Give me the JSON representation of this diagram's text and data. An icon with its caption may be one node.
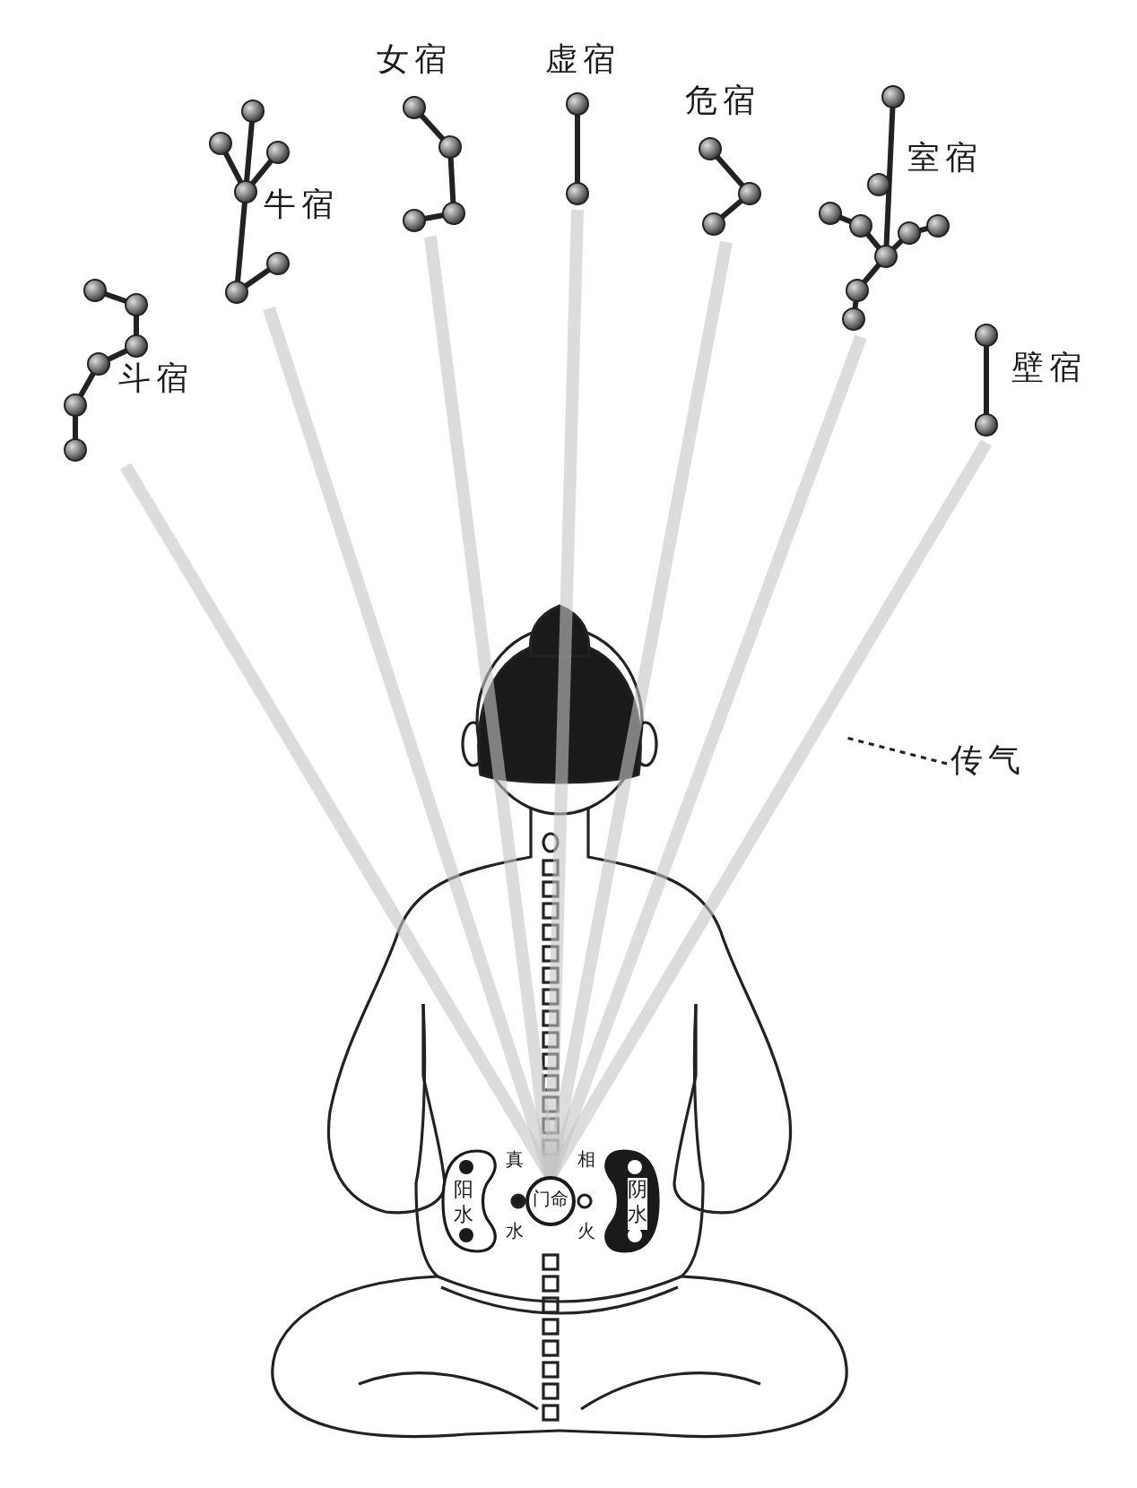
{
  "diagram": {
    "nodes": [
      {
        "text": [
          "斗宿"
        ]
      },
      {
        "text": [
          "牛宿"
        ]
      },
      {
        "text": [
          "女宿"
        ]
      },
      {
        "text": [
          "虚宿"
        ]
      },
      {
        "text": [
          "危宿"
        ]
      },
      {
        "text": [
          "室宿"
        ]
      },
      {
        "text": [
          "壁宿"
        ]
      },
      {
        "text": [
          "传气"
        ]
      },
      {
        "text": [
          "阳水"
        ]
      },
      {
        "text": [
          "门命"
        ]
      },
      {
        "text": [
          "阴水"
        ]
      }
    ],
    "edges": [
      {
        "from": 0,
        "to": 9,
        "arrow": "none"
      },
      {
        "from": 1,
        "to": 9,
        "arrow": "none"
      },
      {
        "from": 2,
        "to": 9,
        "arrow": "none"
      },
      {
        "from": 3,
        "to": 9,
        "arrow": "none"
      },
      {
        "from": 4,
        "to": 9,
        "arrow": "none"
      },
      {
        "from": 5,
        "to": 9,
        "arrow": "none"
      },
      {
        "from": 6,
        "to": 9,
        "arrow": "none"
      },
      {
        "from": 7,
        "to": null,
        "arrow": "none",
        "style": "dashed",
        "color": "#222222"
      }
    ],
    "labels": [
      "真",
      "相",
      "水",
      "火"
    ]
  }
}
